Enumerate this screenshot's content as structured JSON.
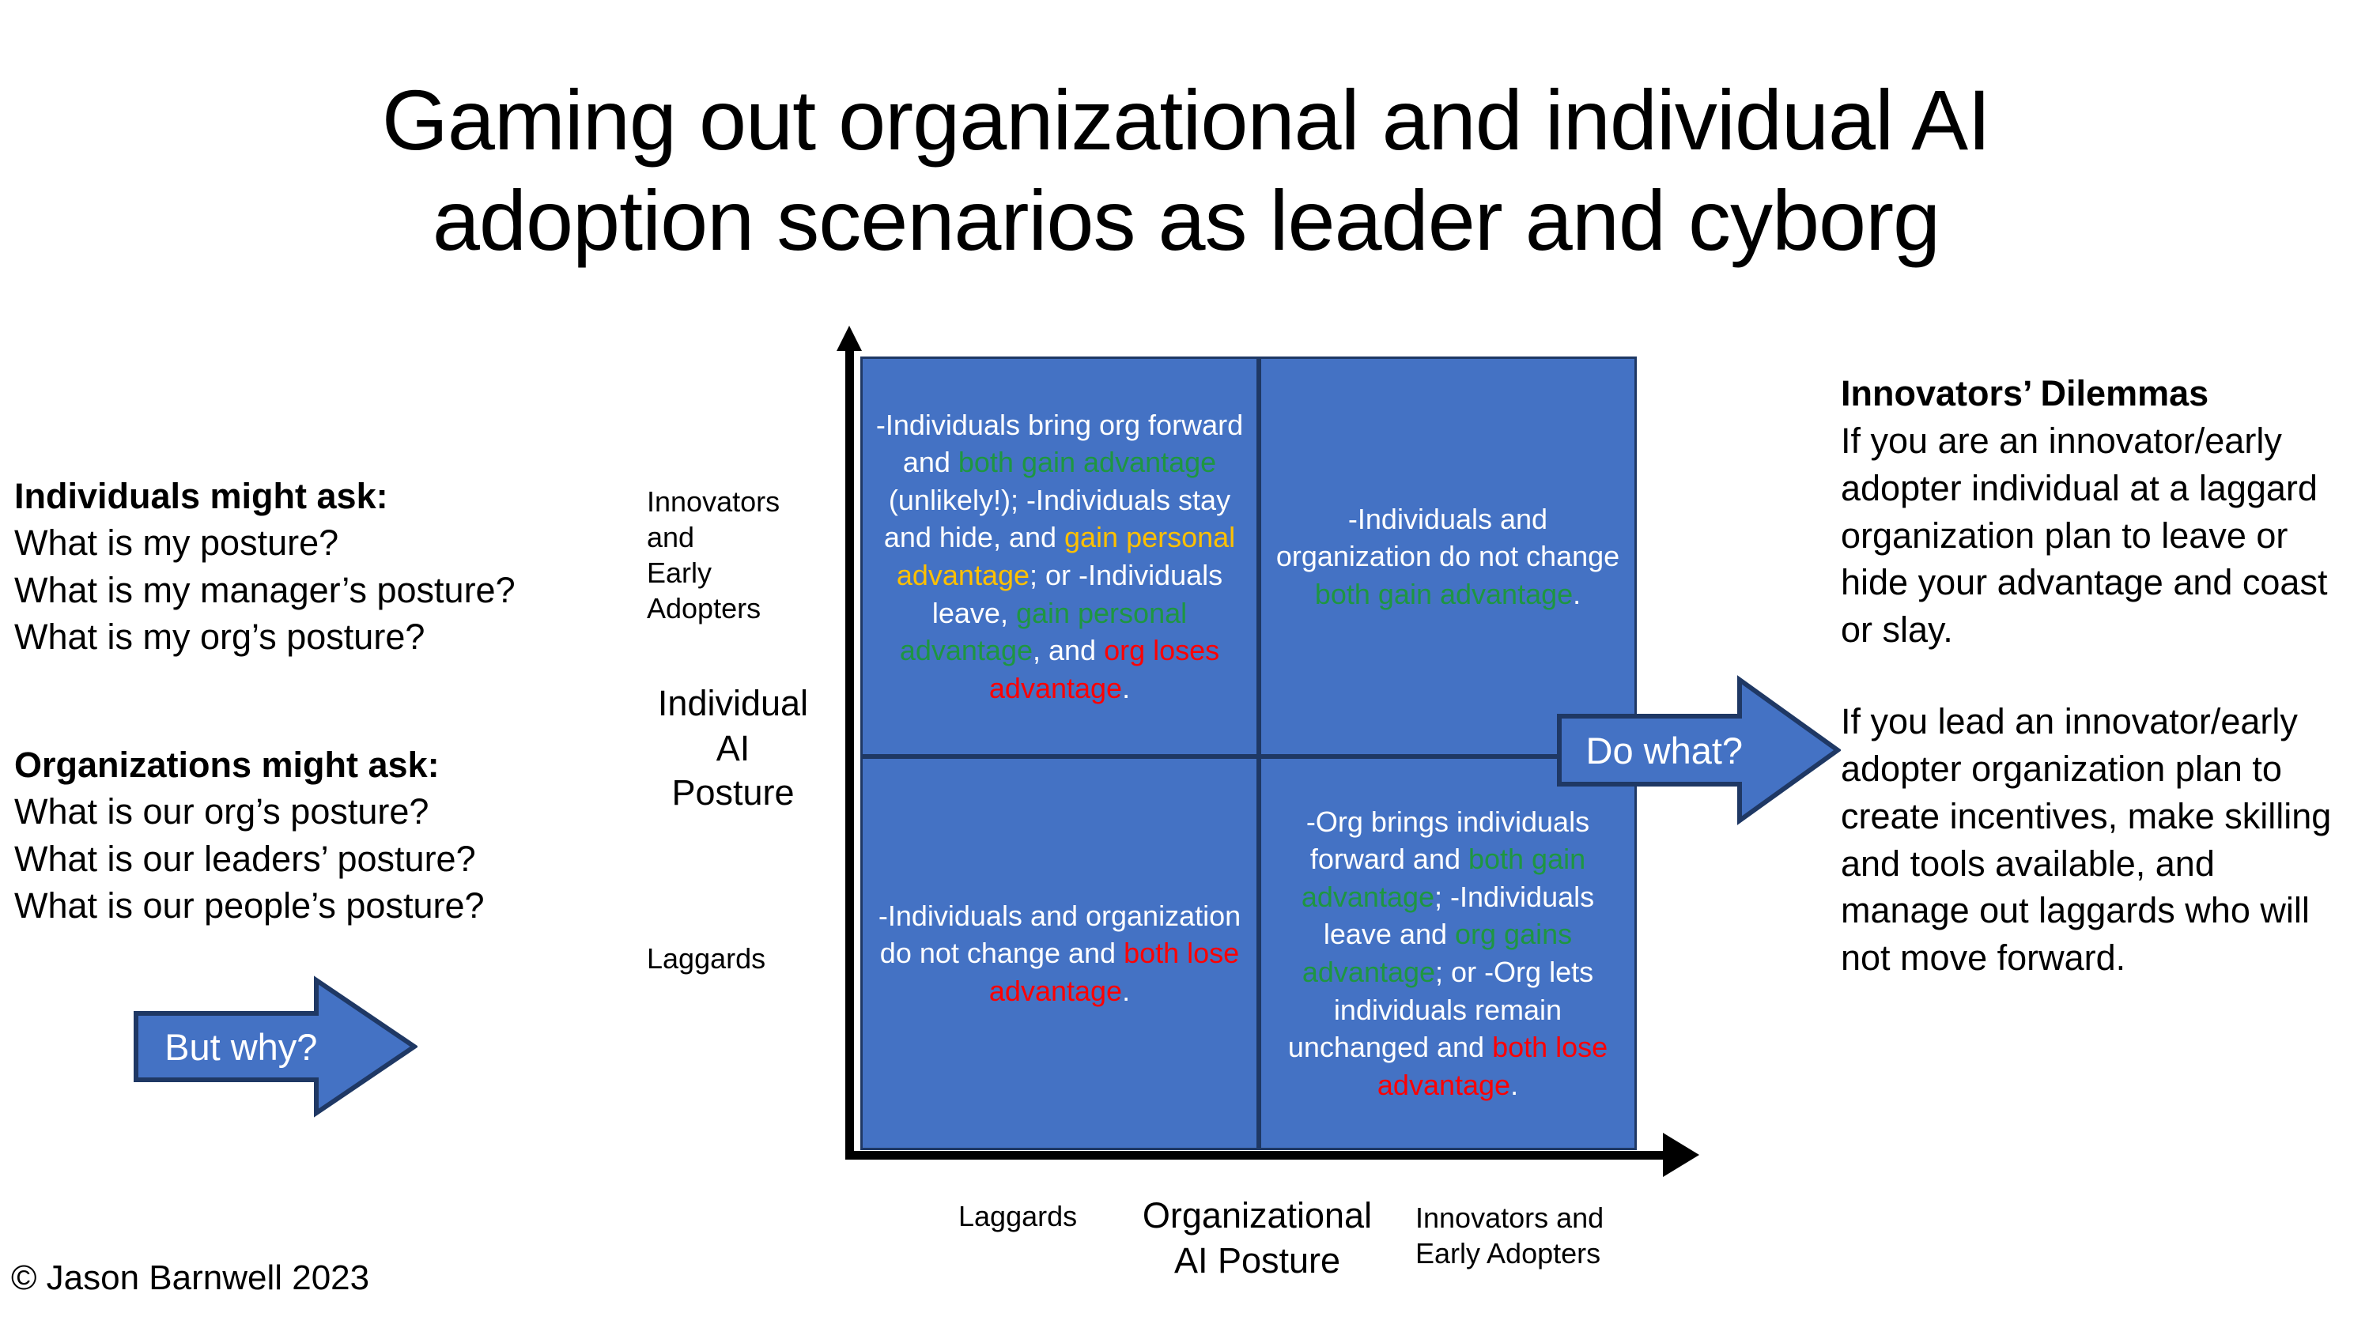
{
  "slide": {
    "title": "Gaming out organizational and individual AI\nadoption scenarios as leader and cyborg",
    "copyright": "© Jason Barnwell 2023"
  },
  "colors": {
    "quadrant_fill": "#4472C4",
    "quadrant_border": "#1F3864",
    "gain_green": "#1E9641",
    "lose_red": "#FF0000",
    "personal_amber": "#FFC000",
    "arrow_fill": "#4472C4",
    "arrow_border": "#1F3864"
  },
  "left": {
    "individuals": {
      "heading": "Individuals might ask:",
      "lines": [
        "What is my posture?",
        "What is my manager’s posture?",
        "What is my org’s posture?"
      ]
    },
    "organizations": {
      "heading": "Organizations might ask:",
      "lines": [
        "What is our org’s posture?",
        "What is our leaders’ posture?",
        "What is our people’s posture?"
      ]
    }
  },
  "arrows": {
    "but_why": "But why?",
    "do_what": "Do what?"
  },
  "matrix": {
    "y_axis": {
      "title": "Individual\nAI\nPosture",
      "tick_top": "Innovators\nand\nEarly\nAdopters",
      "tick_bottom": "Laggards"
    },
    "x_axis": {
      "title": "Organizational\nAI Posture",
      "tick_left": "Laggards",
      "tick_right": "Innovators and\nEarly Adopters"
    },
    "quadrants": {
      "top_left": {
        "position": "Individual: Innovator/Early Adopter, Org: Laggard",
        "segments": [
          {
            "text": "-Individuals bring org forward and ",
            "color": "white"
          },
          {
            "text": "both gain advantage",
            "color": "green"
          },
          {
            "text": " (unlikely!); -Individuals stay and hide, and ",
            "color": "white"
          },
          {
            "text": "gain personal advantage",
            "color": "amber"
          },
          {
            "text": "; or -Individuals leave, ",
            "color": "white"
          },
          {
            "text": "gain personal advantage",
            "color": "green"
          },
          {
            "text": ", and ",
            "color": "white"
          },
          {
            "text": "org loses advantage",
            "color": "red"
          },
          {
            "text": ".",
            "color": "white"
          }
        ]
      },
      "top_right": {
        "position": "Individual: Innovator/Early Adopter, Org: Innovator/Early Adopter",
        "segments": [
          {
            "text": "-Individuals and organization do not change ",
            "color": "white"
          },
          {
            "text": "both gain advantage",
            "color": "green"
          },
          {
            "text": ".",
            "color": "white"
          }
        ]
      },
      "bottom_left": {
        "position": "Individual: Laggard, Org: Laggard",
        "segments": [
          {
            "text": "-Individuals and organization do not change and ",
            "color": "white"
          },
          {
            "text": "both lose advantage",
            "color": "red"
          },
          {
            "text": ".",
            "color": "white"
          }
        ]
      },
      "bottom_right": {
        "position": "Individual: Laggard, Org: Innovator/Early Adopter",
        "segments": [
          {
            "text": "-Org brings individuals forward and ",
            "color": "white"
          },
          {
            "text": "both gain advantage",
            "color": "green"
          },
          {
            "text": "; -Individuals leave and ",
            "color": "white"
          },
          {
            "text": "org gains advantage",
            "color": "green"
          },
          {
            "text": "; or -Org lets individuals remain unchanged and ",
            "color": "white"
          },
          {
            "text": "both lose advantage",
            "color": "red"
          },
          {
            "text": ".",
            "color": "white"
          }
        ]
      }
    }
  },
  "right": {
    "heading": "Innovators’ Dilemmas",
    "paragraph_1": "If you are an innovator/early adopter individual at a laggard organization plan to leave or hide your advantage and coast or slay.",
    "paragraph_2": "If you lead an innovator/early adopter organization plan to create incentives, make skilling and tools available, and manage out laggards who will not move forward."
  }
}
